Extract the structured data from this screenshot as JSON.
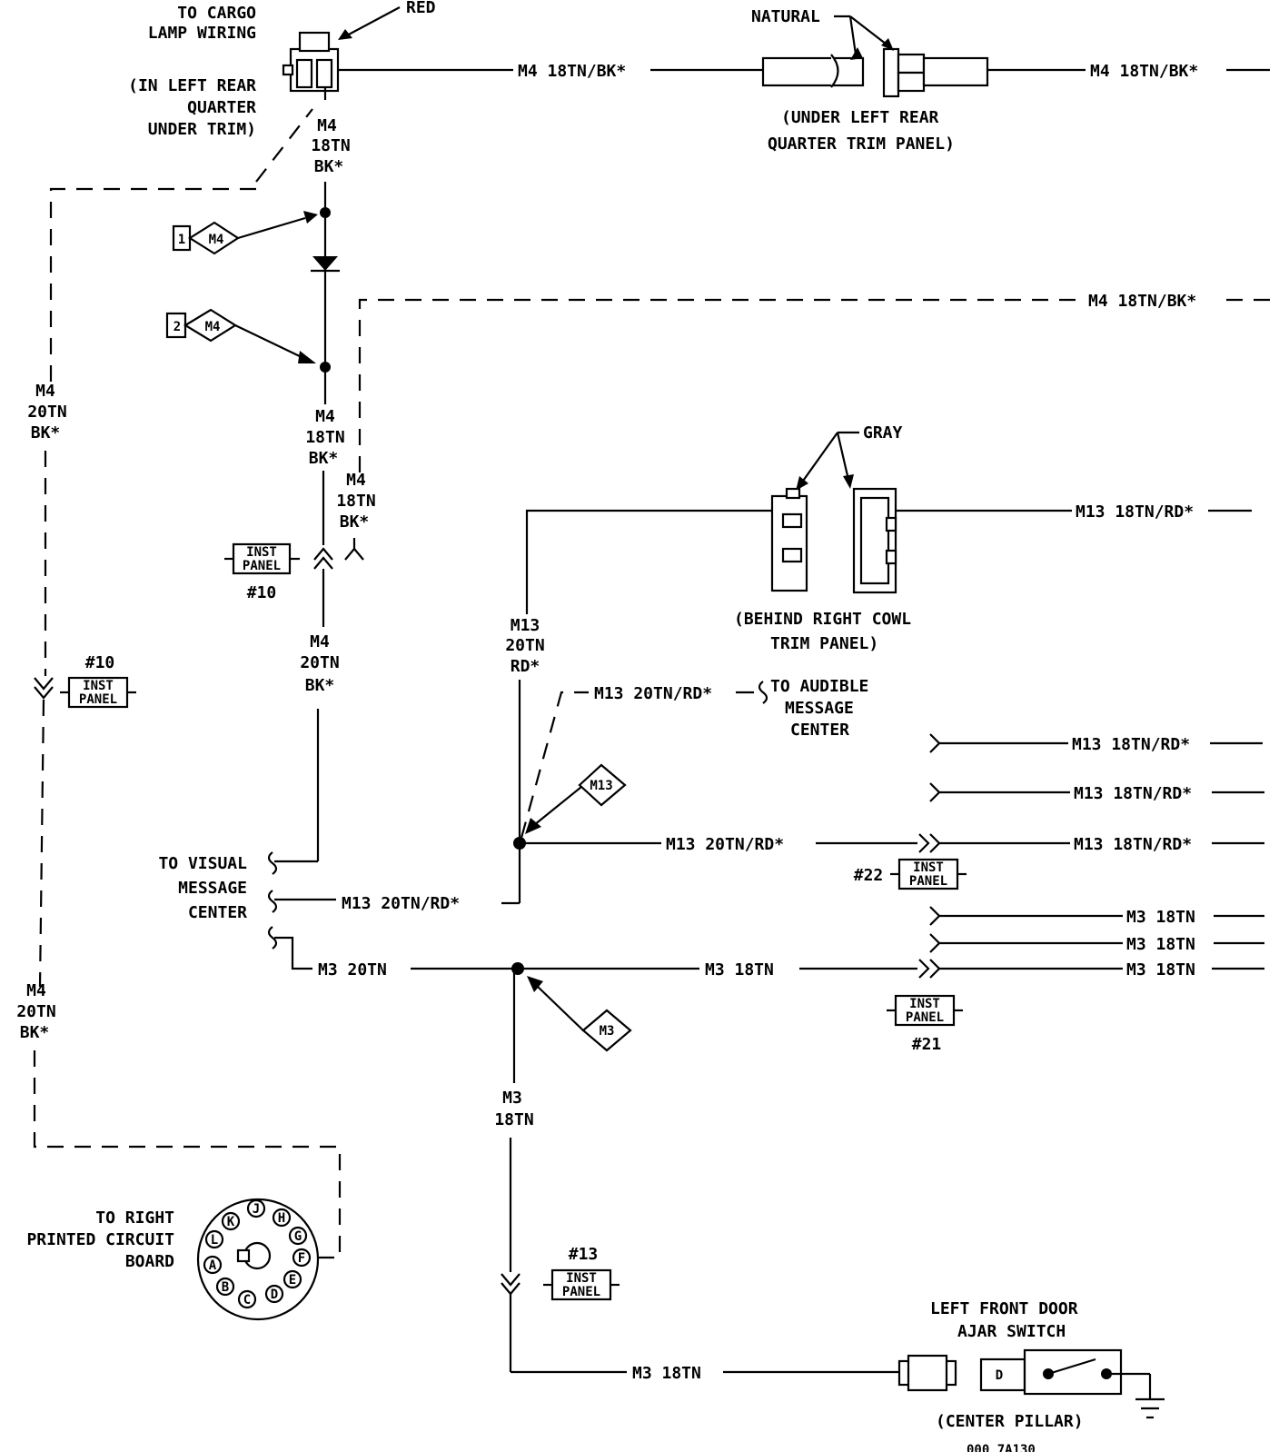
{
  "labels": {
    "red": "RED",
    "natural": "NATURAL",
    "gray": "GRAY",
    "to_cargo_1": "TO CARGO",
    "to_cargo_2": "LAMP WIRING",
    "in_left_1": "(IN LEFT REAR",
    "in_left_2": "QUARTER",
    "in_left_3": "UNDER TRIM)",
    "under_left_1": "(UNDER LEFT REAR",
    "under_left_2": "QUARTER TRIM PANEL)",
    "behind_cowl_1": "(BEHIND RIGHT COWL",
    "behind_cowl_2": "TRIM PANEL)",
    "audible_1": "TO AUDIBLE",
    "audible_2": "MESSAGE",
    "audible_3": "CENTER",
    "visual_1": "TO VISUAL",
    "visual_2": "MESSAGE",
    "visual_3": "CENTER",
    "pcb_1": "TO RIGHT",
    "pcb_2": "PRINTED CIRCUIT",
    "pcb_3": "BOARD",
    "switch_1": "LEFT FRONT DOOR",
    "switch_2": "AJAR SWITCH",
    "center_pillar": "(CENTER PILLAR)",
    "switch_contact": "D",
    "footer_fragment": "000 7A130"
  },
  "wires": {
    "m4_18tn_bk_top_mid": "M4 18TN/BK*",
    "m4_18tn_bk_top_right": "M4 18TN/BK*",
    "m4_18tn_bk_dashed_right": "M4 18TN/BK*",
    "m13_18tn_rd_gray": "M13 18TN/RD*",
    "m13_20tn_rd_audible": "M13 20TN/RD*",
    "m13_18tn_rd_r1": "M13 18TN/RD*",
    "m13_18tn_rd_r2": "M13 18TN/RD*",
    "m13_18tn_rd_r3": "M13 18TN/RD*",
    "m13_20tn_rd_main": "M13 20TN/RD*",
    "m13_20tn_rd_visual": "M13 20TN/RD*",
    "m3_18tn_r1": "M3 18TN",
    "m3_18tn_r2": "M3 18TN",
    "m3_18tn_r3": "M3 18TN",
    "m3_20tn": "M3 20TN",
    "m3_18tn_main": "M3 18TN",
    "m3_18tn_bottom": "M3 18TN"
  },
  "stacked_wires": {
    "connector_m4": [
      "M4",
      "18TN",
      "BK*"
    ],
    "post_splice_m4": [
      "M4",
      "18TN",
      "BK*"
    ],
    "dashed_m4_18": [
      "M4",
      "18TN",
      "BK*"
    ],
    "vertical_m4_20": [
      "M4",
      "20TN",
      "BK*"
    ],
    "left_m4_upper": [
      "M4",
      "20TN",
      "BK*"
    ],
    "left_m4_lower": [
      "M4",
      "20TN",
      "BK*"
    ],
    "m13_vertical": [
      "M13",
      "20TN",
      "RD*"
    ],
    "m3_vertical": [
      "M3",
      "18TN"
    ]
  },
  "splices": {
    "s1_num": "1",
    "s1_id": "M4",
    "s2_num": "2",
    "s2_id": "M4",
    "m13": "M13",
    "m3": "M3"
  },
  "inst_panels": {
    "label_1": "INST",
    "label_2": "PANEL",
    "p10_center": "#10",
    "p10_left": "#10",
    "p22": "#22",
    "p21": "#21",
    "p13": "#13"
  },
  "pcb_pins": [
    "K",
    "J",
    "H",
    "L",
    "G",
    "A",
    "F",
    "B",
    "C",
    "D",
    "E"
  ]
}
